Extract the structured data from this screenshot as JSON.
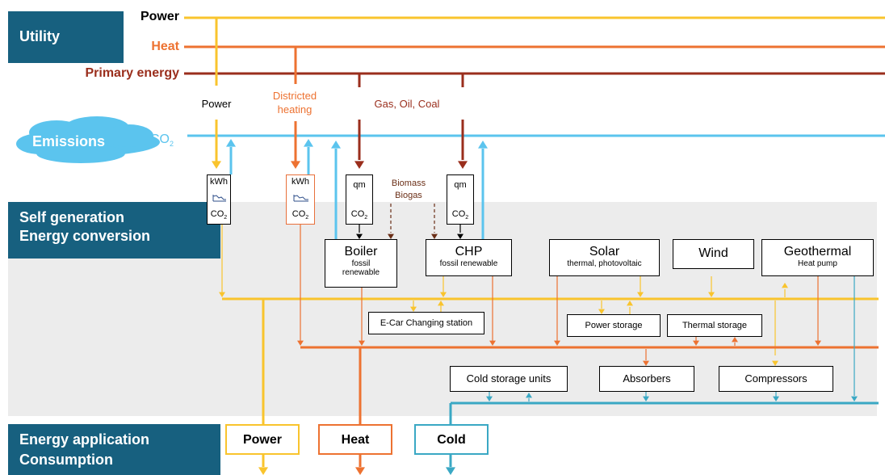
{
  "colors": {
    "power": "#f9c42d",
    "heat": "#ed7231",
    "primary": "#9a2e1c",
    "emissions": "#5bc4ee",
    "cold": "#3aa8c4",
    "section": "#17607f",
    "band": "#ececec"
  },
  "sections": {
    "utility": "Utility",
    "emissions": "Emissions",
    "self_generation_line1": "Self generation",
    "self_generation_line2": "Energy conversion",
    "application_line1": "Energy application",
    "application_line2": "Consumption"
  },
  "rails": {
    "power": "Power",
    "heat": "Heat",
    "primary": "Primary energy",
    "co2": "CO",
    "co2_sub": "2"
  },
  "inputs": {
    "power": "Power",
    "district_line1": "Districted",
    "district_line2": "heating",
    "fuels": "Gas, Oil, Coal",
    "biomass": "Biomass",
    "biogas": "Biogas"
  },
  "meters": {
    "power": {
      "top": "kWh",
      "bottom": "CO",
      "sub": "2",
      "icon": "load-curve-icon"
    },
    "heat": {
      "top": "kWh",
      "bottom": "CO",
      "sub": "2",
      "icon": "load-curve-icon"
    },
    "boiler": {
      "top": "qm",
      "bottom": "CO",
      "sub": "2"
    },
    "chp": {
      "top": "qm",
      "bottom": "CO",
      "sub": "2"
    }
  },
  "converters": {
    "boiler": {
      "title": "Boiler",
      "sub1": "fossil",
      "sub2": "renewable"
    },
    "chp": {
      "title": "CHP",
      "sub1": "fossil renewable"
    },
    "solar": {
      "title": "Solar",
      "sub1": "thermal, photovoltaic"
    },
    "wind": {
      "title": "Wind"
    },
    "geothermal": {
      "title": "Geothermal",
      "sub1": "Heat pump"
    }
  },
  "storage": {
    "ecar": "E-Car Changing station",
    "power": "Power storage",
    "thermal": "Thermal storage",
    "cold": "Cold storage units",
    "absorbers": "Absorbers",
    "compressors": "Compressors"
  },
  "applications": {
    "power": "Power",
    "heat": "Heat",
    "cold": "Cold"
  }
}
